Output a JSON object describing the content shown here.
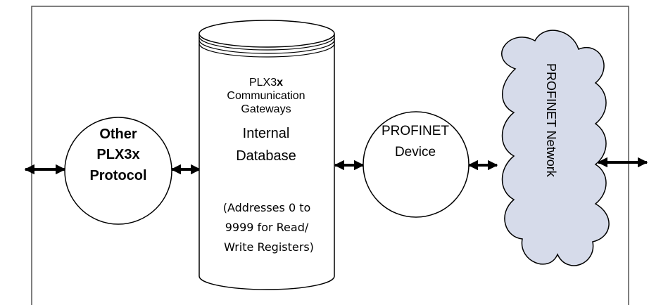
{
  "protocol_node": {
    "line1": "Other",
    "line2": "PLX3x",
    "line3": "Protocol"
  },
  "database": {
    "product_prefix": "PLX3",
    "product_suffix": "x",
    "line2": "Communication",
    "line3": "Gateways",
    "line4": "Internal",
    "line5": "Database",
    "note_line1": "(Addresses 0 to",
    "note_line2": "9999 for Read/",
    "note_line3": "Write Registers)"
  },
  "device_node": {
    "line1": "PROFINET",
    "line2": "Device"
  },
  "network": {
    "label": "PROFINET Network"
  }
}
